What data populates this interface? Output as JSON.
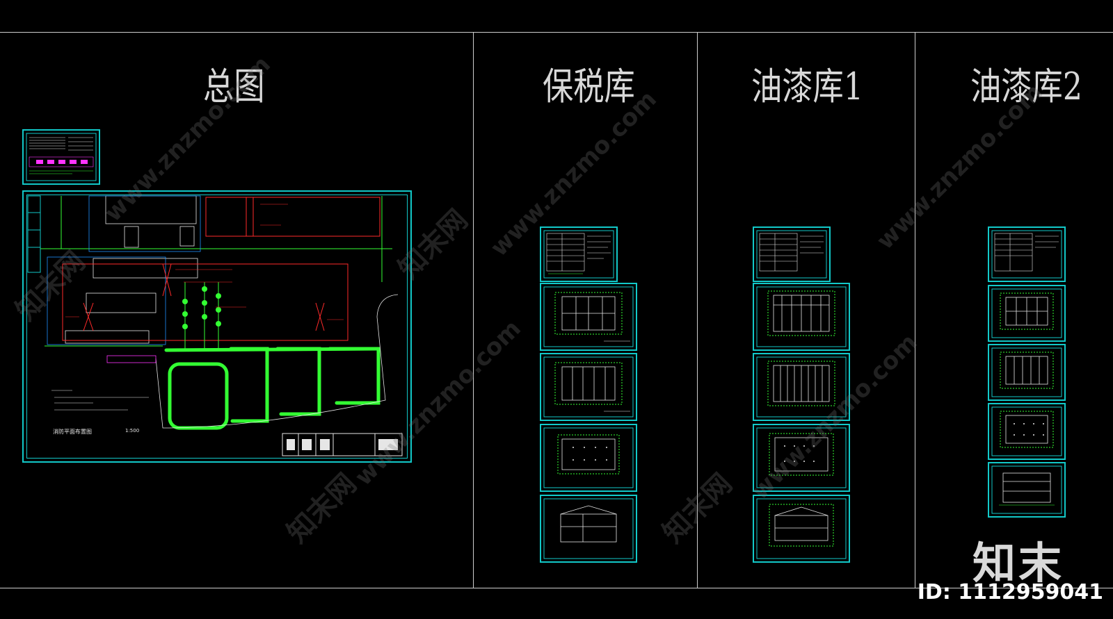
{
  "sections": {
    "site_plan": "总图",
    "bonded_warehouse": "保税库",
    "paint_warehouse_1": "油漆库1",
    "paint_warehouse_2": "油漆库2"
  },
  "site_labels": {
    "plan_title": "消防平面布置图",
    "plan_scale": "1:500"
  },
  "watermark": {
    "text": "www.znzmo.com",
    "brand_cn": "知末网"
  },
  "branding": {
    "logo": "知末",
    "id": "ID: 1112959041"
  },
  "colors": {
    "background": "#000000",
    "frame_cyan": "#12c9c9",
    "drawing_green": "#33ff33",
    "drawing_red": "#ff2a2a",
    "drawing_white": "#e6e6e6",
    "accent_magenta": "#ff33ff"
  }
}
